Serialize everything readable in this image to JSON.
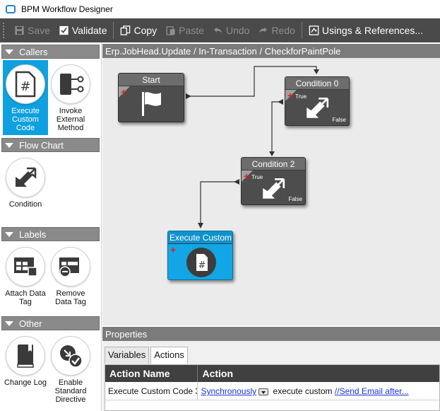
{
  "window": {
    "title": "BPM Workflow Designer"
  },
  "toolbar": {
    "save": "Save",
    "validate": "Validate",
    "copy": "Copy",
    "paste": "Paste",
    "undo": "Undo",
    "redo": "Redo",
    "usings": "Usings & References..."
  },
  "sidebar": {
    "sections": [
      {
        "title": "Callers",
        "tools": [
          {
            "label": "Execute Custom Code",
            "icon": "hash-document-icon",
            "selected": true
          },
          {
            "label": "Invoke External Method",
            "icon": "external-method-icon"
          }
        ]
      },
      {
        "title": "Flow Chart",
        "tools": [
          {
            "label": "Condition",
            "icon": "condition-arrows-icon"
          }
        ]
      },
      {
        "title": "Labels",
        "tools": [
          {
            "label": "Attach Data Tag",
            "icon": "attach-tag-icon"
          },
          {
            "label": "Remove Data Tag",
            "icon": "remove-tag-icon"
          }
        ]
      },
      {
        "title": "Other",
        "tools": [
          {
            "label": "Change Log",
            "icon": "book-icon"
          },
          {
            "label": "Enable Standard Directive",
            "icon": "enable-directive-icon"
          }
        ]
      }
    ]
  },
  "canvas": {
    "path": "Erp.JobHead.Update / In-Transaction / CheckforPaintPole",
    "nodes": {
      "start": {
        "title": "Start"
      },
      "condition0": {
        "title": "Condition 0",
        "true_label": "True",
        "false_label": "False"
      },
      "condition2": {
        "title": "Condition 2",
        "true_label": "True",
        "false_label": "False"
      },
      "custom": {
        "title": "Execute Custom Co"
      }
    }
  },
  "properties": {
    "title": "Properties",
    "tabs": [
      "Variables",
      "Actions"
    ],
    "active_tab": "Actions",
    "columns": [
      "Action Name",
      "Action"
    ],
    "rows": [
      {
        "name": "Execute Custom Code 3",
        "mode_link": "Synchronously",
        "middle": "execute custom",
        "code_link": "//Send Email after..."
      }
    ]
  },
  "colors": {
    "accent": "#0fa0e0",
    "toolbar": "#4a4a4a",
    "header": "#7b7b7b",
    "node": "#4d4d4d"
  }
}
